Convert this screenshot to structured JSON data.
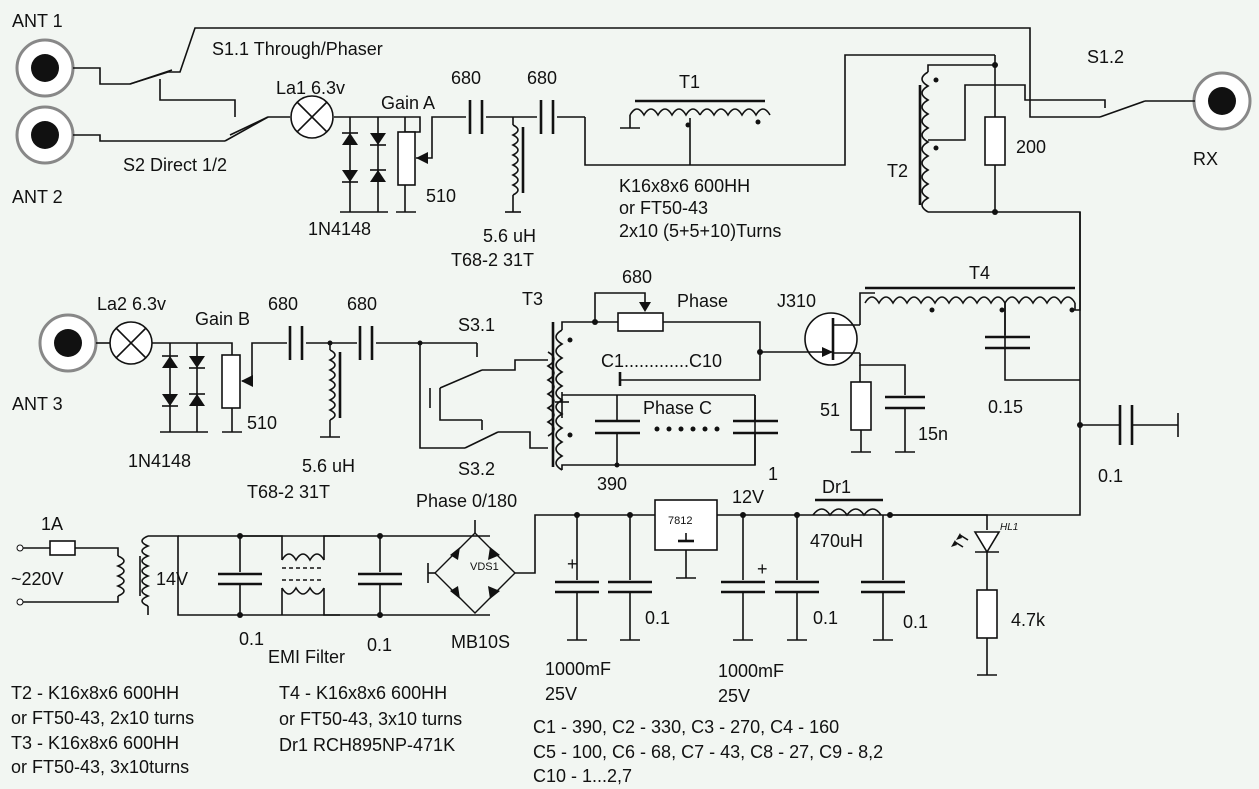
{
  "connectors": {
    "ant1": "ANT 1",
    "ant2": "ANT 2",
    "ant3": "ANT 3",
    "rx": "RX"
  },
  "switches": {
    "s1_1": "S1.1 Through/Phaser",
    "s1_2": "S1.2",
    "s2": "S2 Direct 1/2",
    "s3_1": "S3.1",
    "s3_2": "S3.2",
    "phase_sw": "Phase 0/180"
  },
  "path_a": {
    "lamp": "La1 6.3v",
    "gain": "Gain A",
    "pot": "510",
    "diodes": "1N4148",
    "cap1": "680",
    "cap2": "680",
    "inductor": "5.6 uH",
    "core": "T68-2 31T"
  },
  "path_b": {
    "lamp": "La2 6.3v",
    "gain": "Gain B",
    "pot": "510",
    "diodes": "1N4148",
    "cap1": "680",
    "cap2": "680",
    "inductor": "5.6 uH",
    "core": "T68-2 31T"
  },
  "transformers": {
    "t1": "T1",
    "t1_core1": "K16x8x6 600HH",
    "t1_core2": "or FT50-43",
    "t1_turns": "2x10 (5+5+10)Turns",
    "t2": "T2",
    "t3": "T3",
    "t4": "T4",
    "r200": "200"
  },
  "phaser": {
    "pot": "680",
    "phase": "Phase",
    "c_range": "C1.............C10",
    "phase_c": "Phase C",
    "c390": "390",
    "c1_label": "1",
    "fet": "J310",
    "r51": "51",
    "c15n": "15n",
    "c015": "0.15",
    "c01_out": "0.1"
  },
  "power": {
    "fuse": "1A",
    "mains": "~220V",
    "v14": "14V",
    "c01a": "0.1",
    "emi": "EMI Filter",
    "c01b": "0.1",
    "bridge": "MB10S",
    "bridge_chip": "VDS1",
    "reg": "7812",
    "v12": "12V",
    "cap1000a": "1000mF",
    "v25a": "25V",
    "c01c": "0.1",
    "cap1000b": "1000mF",
    "v25b": "25V",
    "c01d": "0.1",
    "dr1": "Dr1",
    "dr1_val": "470uH",
    "c01e": "0.1",
    "hl1": "HL1",
    "r47k": "4.7k"
  },
  "notes": {
    "left": [
      "T2 - K16x8x6 600HH",
      "or FT50-43, 2x10 turns",
      "T3 - K16x8x6 600HH",
      "or FT50-43, 3x10turns"
    ],
    "mid": [
      "T4 - K16x8x6 600HH",
      "or FT50-43, 3x10 turns",
      "Dr1 RCH895NP-471K"
    ],
    "caps": [
      "C1 - 390, C2 - 330, C3 - 270, C4 - 160",
      "C5 - 100, C6 - 68, C7 - 43, C8 - 27, C9 - 8,2",
      "C10 - 1...2,7"
    ]
  }
}
